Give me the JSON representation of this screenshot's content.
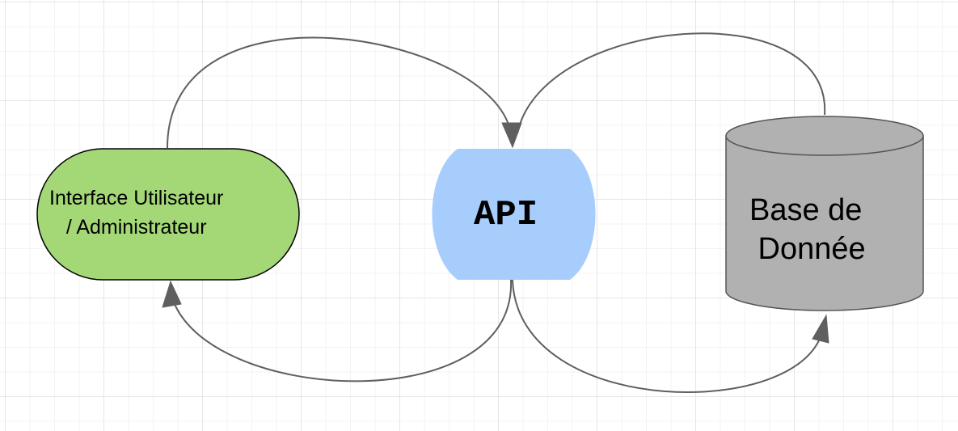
{
  "nodes": {
    "ui": {
      "label": "Interface Utilisateur\n   / Administrateur",
      "fill": "#a4d877",
      "stroke": "#000000"
    },
    "api": {
      "label": "API",
      "fill": "#a7cdfd",
      "stroke": "none"
    },
    "db": {
      "label": "Base de\n Donnée",
      "fill": "#b1b1b1",
      "stroke": "#555555"
    }
  },
  "edges": [
    {
      "from": "ui",
      "to": "api"
    },
    {
      "from": "db",
      "to": "api"
    },
    {
      "from": "api",
      "to": "ui"
    },
    {
      "from": "api",
      "to": "db"
    }
  ],
  "colors": {
    "edge": "#5f5f5f",
    "grid": "#e6e6e6"
  }
}
